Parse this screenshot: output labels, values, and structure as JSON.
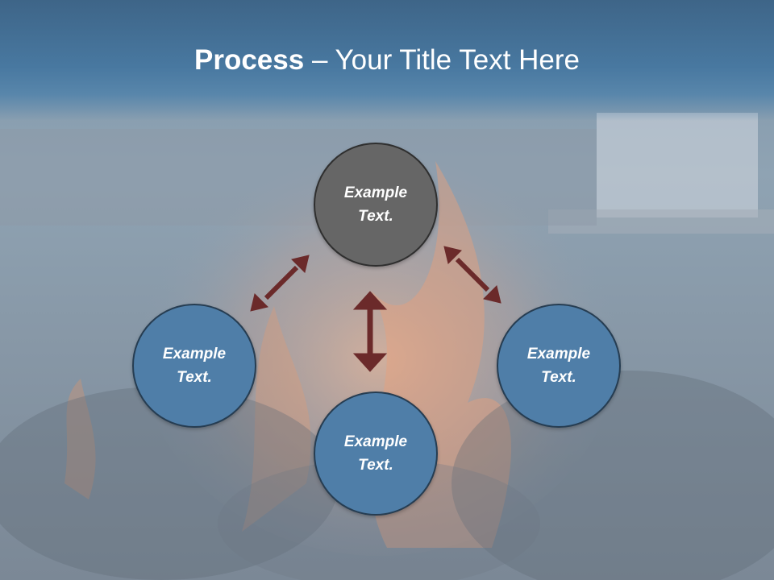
{
  "title": {
    "bold": "Process",
    "rest": " – Your Title Text Here"
  },
  "nodes": {
    "top": {
      "line1": "Example",
      "line2": "Text."
    },
    "left": {
      "line1": "Example",
      "line2": "Text."
    },
    "right": {
      "line1": "Example",
      "line2": "Text."
    },
    "bottom": {
      "line1": "Example",
      "line2": "Text."
    }
  },
  "colors": {
    "header": "#4878a0",
    "dark_node": "#666666",
    "blue_node": "#4f7ea8",
    "arrow": "#6b2a2a"
  }
}
